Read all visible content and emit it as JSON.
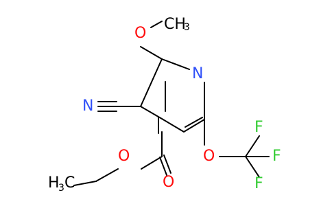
{
  "colors": {
    "bond": "#000000",
    "carbon": "#000000",
    "nitrogen": "#3050F8",
    "oxygen": "#FF0D0D",
    "fluorine": "#33CC33"
  },
  "atoms": {
    "ring_n": "N",
    "nitrile_n": "N",
    "methoxy_o": "O",
    "methoxy_ch3": "CH",
    "methoxy_ch3_sub": "3",
    "ester_o_single": "O",
    "ester_o_double": "O",
    "ethyl_ch3": "H",
    "ethyl_ch3_sub": "3",
    "ethyl_c": "C",
    "ether_o": "O",
    "f_top": "F",
    "f_right": "F",
    "f_bottom": "F"
  }
}
